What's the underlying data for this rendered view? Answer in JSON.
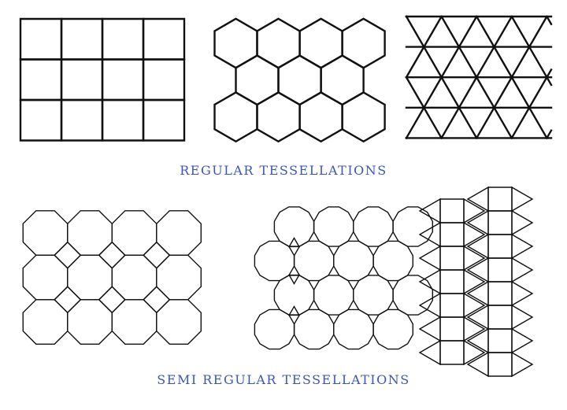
{
  "captions": {
    "regular": "REGULAR TESSELLATIONS",
    "semi_regular": "SEMI REGULAR TESSELLATIONS"
  },
  "colors": {
    "caption": "#3a57b5",
    "line": "#111111",
    "background": "#ffffff"
  },
  "panels": [
    {
      "group": "regular",
      "pattern": "squares"
    },
    {
      "group": "regular",
      "pattern": "hexagons"
    },
    {
      "group": "regular",
      "pattern": "triangles"
    },
    {
      "group": "semi_regular",
      "pattern": "octagons-and-squares"
    },
    {
      "group": "semi_regular",
      "pattern": "dodecagons-and-triangles"
    },
    {
      "group": "semi_regular",
      "pattern": "squares-and-triangles"
    }
  ]
}
